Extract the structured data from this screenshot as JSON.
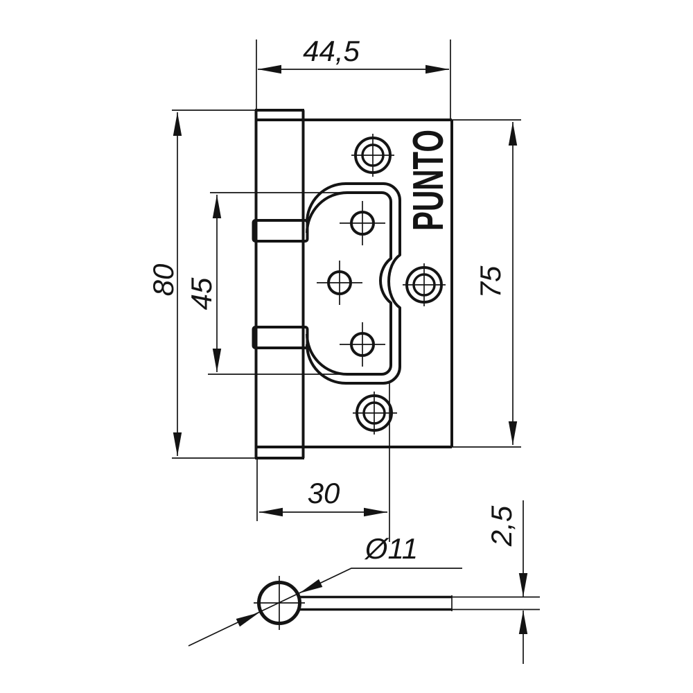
{
  "drawing": {
    "brand_label": "PUNTO",
    "dims": {
      "top_width": "44,5",
      "overall_height": "80",
      "relief_height": "45",
      "plate_height": "75",
      "bottom_offset": "30",
      "barrel_diameter": "Ø11",
      "plate_thickness": "2,5"
    },
    "colors": {
      "line": "#141414",
      "background": "#ffffff"
    }
  }
}
